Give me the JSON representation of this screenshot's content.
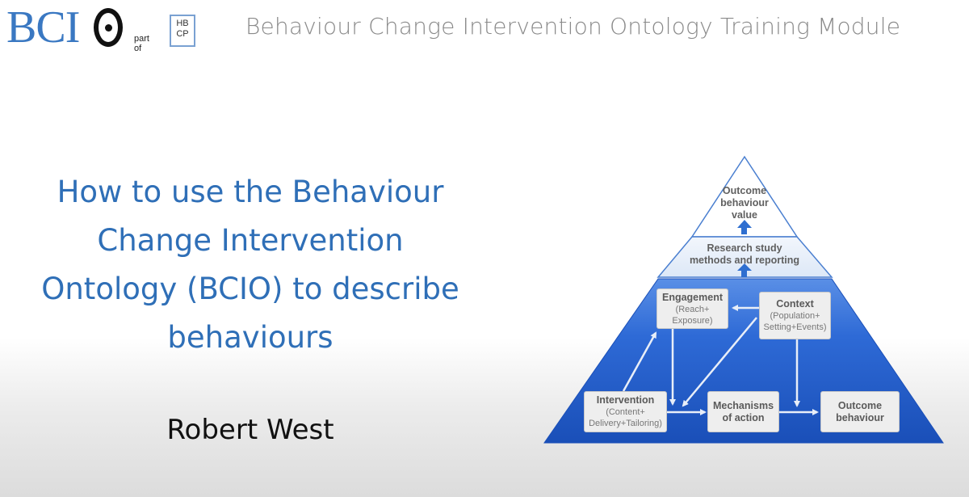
{
  "header": {
    "logo": {
      "text": "BCI",
      "glyph": "O-dot",
      "part_of": "part of",
      "hbcp_top": "HB",
      "hbcp_bottom": "CP"
    },
    "module_title": "Behaviour Change Intervention Ontology Training Module"
  },
  "slide": {
    "title_lines": [
      "How to use the Behaviour",
      "Change Intervention",
      "Ontology (BCIO) to describe",
      "behaviours"
    ],
    "author": "Robert West"
  },
  "diagram": {
    "colors": {
      "pyramid_blue": "#1f5bc4",
      "pyramid_blue_light": "#5a8fe0",
      "tier_pale": "#e6eef9",
      "box_fill": "#eeeeee",
      "arrow": "#e8eef8"
    },
    "top_tier": {
      "lines": [
        "Outcome",
        "behaviour",
        "value"
      ]
    },
    "middle_tier": {
      "lines": [
        "Research study",
        "methods and reporting"
      ]
    },
    "nodes": {
      "engagement": {
        "title": "Engagement",
        "sub1": "(Reach+",
        "sub2": "Exposure)"
      },
      "context": {
        "title": "Context",
        "sub1": "(Population+",
        "sub2": "Setting+Events)"
      },
      "intervention": {
        "title": "Intervention",
        "sub1": "(Content+",
        "sub2": "Delivery+Tailoring)"
      },
      "mechanisms": {
        "title1": "Mechanisms",
        "title2": "of action"
      },
      "outcome": {
        "title1": "Outcome",
        "title2": "behaviour"
      }
    },
    "arrows": [
      "intervention -> engagement",
      "context -> engagement",
      "engagement -> mechanisms",
      "context -> mechanisms",
      "intervention -> mechanisms",
      "context -> outcome",
      "mechanisms -> outcome",
      "base -> research study",
      "research study -> outcome behaviour value"
    ]
  }
}
